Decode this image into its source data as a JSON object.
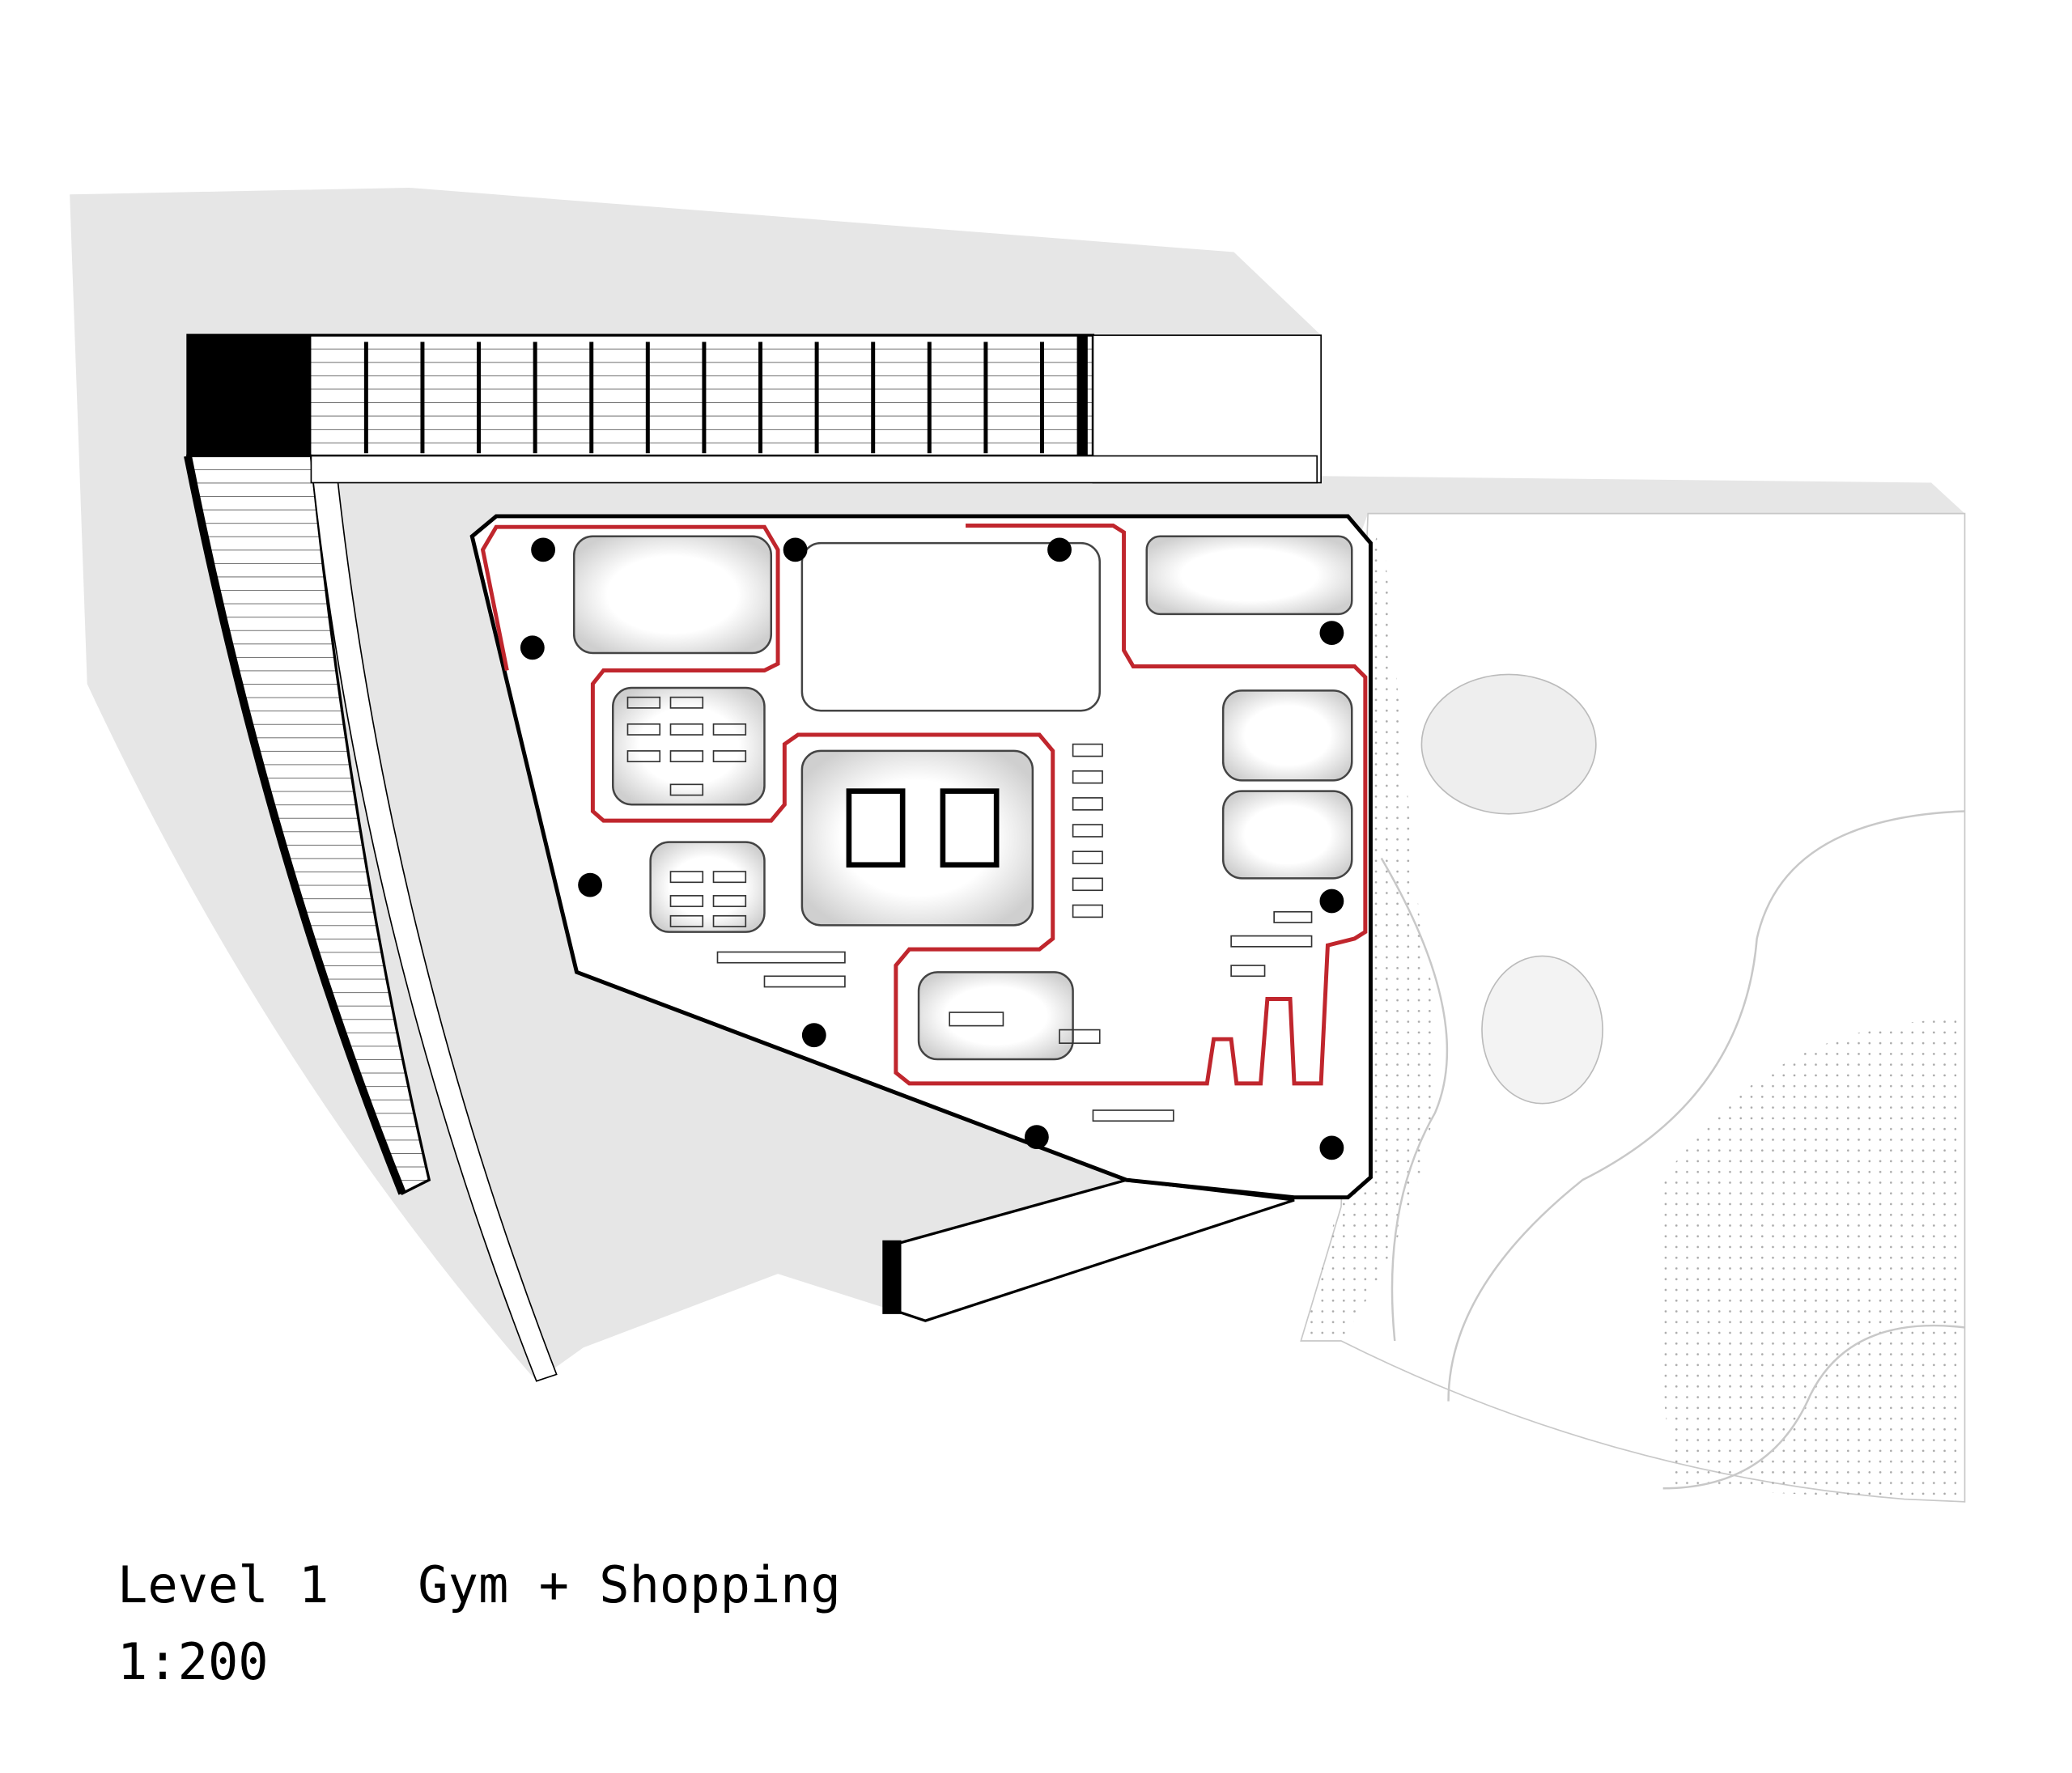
{
  "drawing": {
    "level_label": "Level 1",
    "program_label": "Gym + Shopping",
    "scale_label": "1:200"
  },
  "colors": {
    "site_gray": "#e6e6e6",
    "route_red": "#c0262d",
    "wall_black": "#000000",
    "line_gray": "#b5b5b5"
  }
}
